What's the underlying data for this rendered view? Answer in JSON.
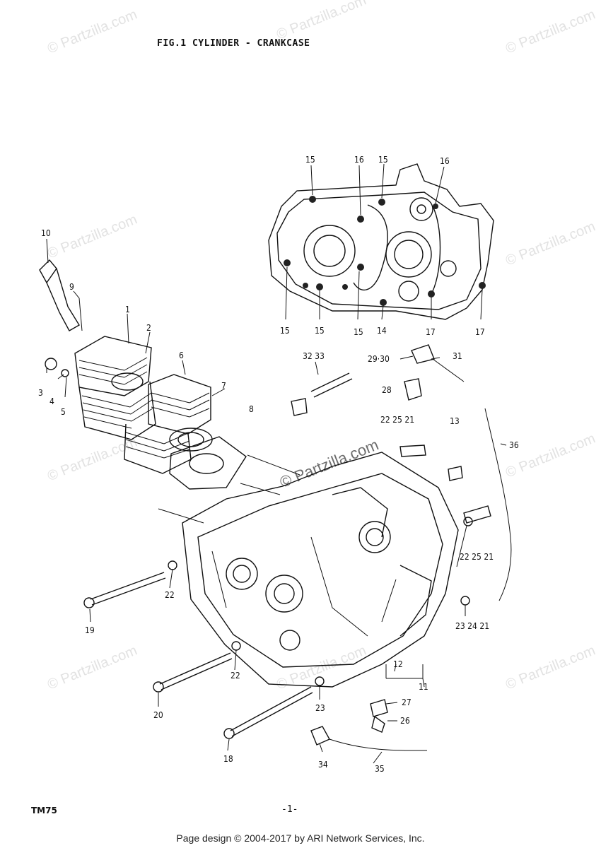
{
  "figure": {
    "title": "FIG.1  CYLINDER - CRANKCASE",
    "model": "TM75",
    "page_number": "-1-",
    "footer": "Page design © 2004-2017 by ARI Network Services, Inc.",
    "watermark": "© Partzilla.com"
  },
  "callouts": [
    "15",
    "16",
    "15",
    "16",
    "15",
    "15",
    "15",
    "14",
    "17",
    "17",
    "10",
    "9",
    "1",
    "2",
    "6",
    "7",
    "8",
    "3",
    "4",
    "5",
    "32 33",
    "29·30",
    "31",
    "28",
    "22 25 21",
    "13",
    "36",
    "22 25 21",
    "22",
    "23 24 21",
    "19",
    "12",
    "11",
    "22",
    "20",
    "23",
    "27",
    "26",
    "18",
    "34",
    "35"
  ]
}
